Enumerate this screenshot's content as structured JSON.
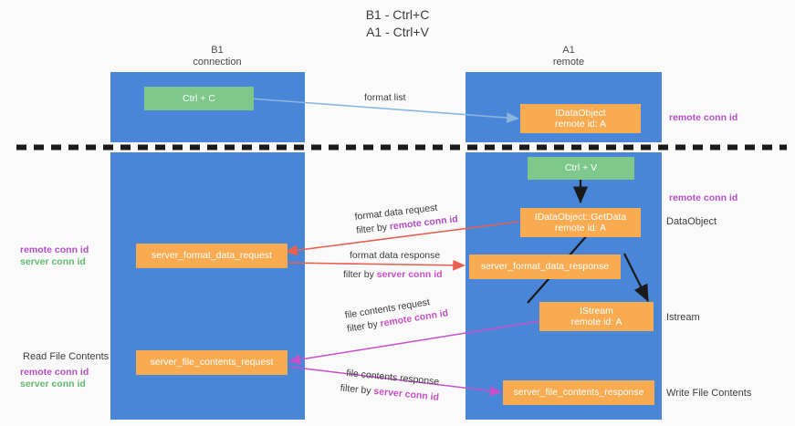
{
  "diagram": {
    "title": "B1 - Ctrl+C\nA1 - Ctrl+V",
    "columns": [
      {
        "key": "b1",
        "label": "B1\nconnection"
      },
      {
        "key": "a1",
        "label": "A1\nremote"
      }
    ],
    "boxes": [
      {
        "id": "ctrl-c",
        "text": "Ctrl + C",
        "color": "green"
      },
      {
        "id": "idataobject",
        "text": "IDataObject\nremote id: A",
        "color": "orange"
      },
      {
        "id": "ctrl-v",
        "text": "Ctrl + V",
        "color": "green"
      },
      {
        "id": "idataobject-getdata",
        "text": "IDataObject::GetData\nremote id: A",
        "color": "orange"
      },
      {
        "id": "server-format-data-request",
        "text": "server_format_data_request",
        "color": "orange"
      },
      {
        "id": "server-format-data-response",
        "text": "server_format_data_response",
        "color": "orange"
      },
      {
        "id": "istream",
        "text": "IStream\nremote id: A",
        "color": "orange"
      },
      {
        "id": "server-file-contents-request",
        "text": "server_file_contents_request",
        "color": "orange"
      },
      {
        "id": "server-file-contents-response",
        "text": "server_file_contents_response",
        "color": "orange"
      }
    ],
    "edge_labels": {
      "format_list": "format list",
      "format_data_request": "format data request",
      "format_data_request_filter_prefix": "filter by ",
      "format_data_request_filter_key": "remote conn id",
      "format_data_response": "format data response",
      "format_data_response_filter_prefix": "filter by ",
      "format_data_response_filter_key": "server conn id",
      "file_contents_request": "file contents request",
      "file_contents_request_filter_prefix": "filter by ",
      "file_contents_request_filter_key": "remote conn id",
      "file_contents_response": "file contents response",
      "file_contents_response_filter_prefix": "filter by ",
      "file_contents_response_filter_key": "server conn id"
    },
    "right_annotations": [
      {
        "id": "remote-conn-id-top",
        "text": "remote conn id",
        "style": "purple"
      },
      {
        "id": "remote-conn-id-mid",
        "text": "remote conn id",
        "style": "purple"
      },
      {
        "id": "dataobject-note",
        "text": "DataObject",
        "style": "plain"
      },
      {
        "id": "istream-note",
        "text": "Istream",
        "style": "plain"
      },
      {
        "id": "write-file-contents",
        "text": "Write File Contents",
        "style": "plain"
      }
    ],
    "left_annotations": [
      {
        "id": "left-remote-conn-id",
        "text": "remote conn id",
        "style": "purple"
      },
      {
        "id": "left-server-conn-id",
        "text": "server conn id",
        "style": "green"
      },
      {
        "id": "read-file-contents",
        "text": "Read File Contents",
        "style": "plain"
      },
      {
        "id": "left-remote-conn-id-2",
        "text": "remote conn id",
        "style": "purple"
      },
      {
        "id": "left-server-conn-id-2",
        "text": "server conn id",
        "style": "green"
      }
    ],
    "colors": {
      "lane": "#4a86d8",
      "box_green": "#7dc88a",
      "box_orange": "#f9ab51",
      "divider": "#1a1a1a",
      "arrow_blue": "#8ab6e0",
      "arrow_red": "#e8604f",
      "arrow_black": "#1a1a1a",
      "arrow_magenta": "#c850c8",
      "remote_conn_id": "#b24fc4",
      "server_conn_id": "#62b96f",
      "background": "#fafafa"
    }
  }
}
